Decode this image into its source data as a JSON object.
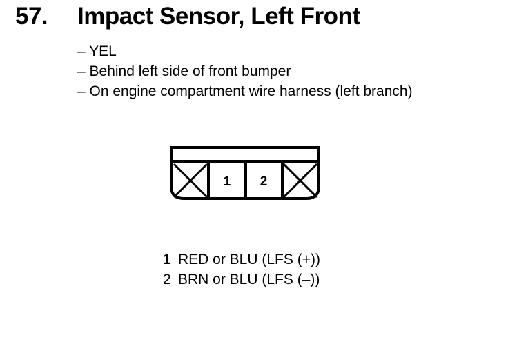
{
  "heading": {
    "number": "57.",
    "title": "Impact Sensor, Left Front"
  },
  "details": [
    "– YEL",
    "– Behind left side of front bumper",
    "– On engine compartment wire harness (left branch)"
  ],
  "connector": {
    "cavities": [
      "1",
      "2"
    ]
  },
  "pins": [
    {
      "number": "1",
      "description": "RED or BLU (LFS (+))"
    },
    {
      "number": "2",
      "description": "BRN or BLU (LFS (–))"
    }
  ]
}
